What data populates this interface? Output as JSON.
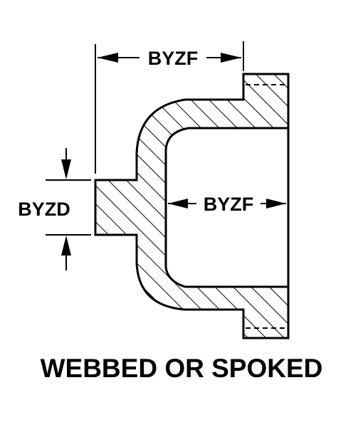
{
  "labels": {
    "top_dimension": "BYZF",
    "inner_dimension": "BYZF",
    "left_dimension": "BYZD",
    "caption": "WEBBED OR SPOKED"
  },
  "colors": {
    "line": "#000000",
    "background": "#ffffff"
  }
}
